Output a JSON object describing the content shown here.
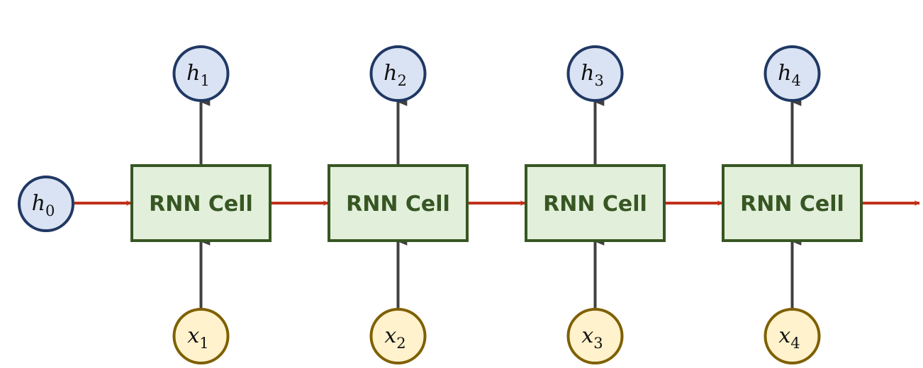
{
  "diagram": {
    "type": "rnn-unrolled",
    "colors": {
      "cell_fill": "#E2EFDA",
      "cell_stroke": "#375623",
      "cell_text": "#375623",
      "hidden_fill": "#DAE3F3",
      "hidden_stroke": "#203864",
      "input_fill": "#FFF2CC",
      "input_stroke": "#7F6000",
      "recurrent_arrow": "#C0301A",
      "io_arrow": "#404040"
    },
    "initial_state": {
      "var": "h",
      "sub": "0"
    },
    "cells": [
      {
        "label": "RNN Cell",
        "output": {
          "var": "h",
          "sub": "1"
        },
        "input": {
          "var": "x",
          "sub": "1"
        }
      },
      {
        "label": "RNN Cell",
        "output": {
          "var": "h",
          "sub": "2"
        },
        "input": {
          "var": "x",
          "sub": "2"
        }
      },
      {
        "label": "RNN Cell",
        "output": {
          "var": "h",
          "sub": "3"
        },
        "input": {
          "var": "x",
          "sub": "3"
        }
      },
      {
        "label": "RNN Cell",
        "output": {
          "var": "h",
          "sub": "4"
        },
        "input": {
          "var": "x",
          "sub": "4"
        }
      }
    ]
  }
}
